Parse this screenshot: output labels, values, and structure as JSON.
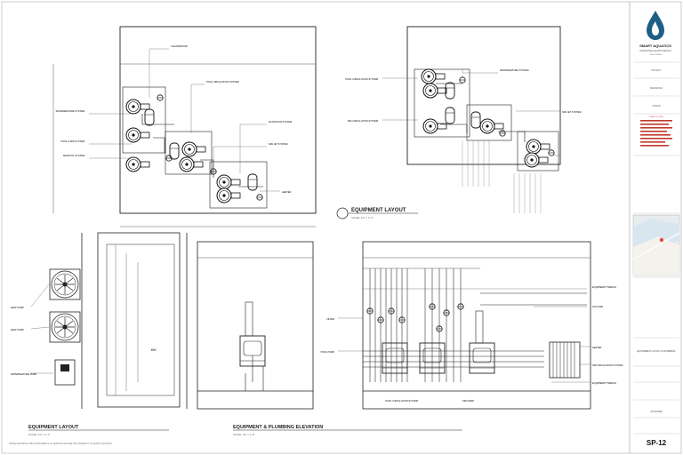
{
  "brand": {
    "name": "SMART AQUATICS",
    "tagline": "INNOVATIVE AQUATIC DESIGN",
    "address": "CALIFORNIA"
  },
  "views": [
    {
      "title": "EQUIPMENT LAYOUT",
      "scale": "SCALE: 1/4\" = 1'-0\""
    },
    {
      "title": "EQUIPMENT LAYOUT",
      "scale": "SCALE: 1/4\" = 1'-0\""
    },
    {
      "title": "EQUIPMENT & PLUMBING ELEVATION",
      "scale": "SCALE: 1/4\" = 1'-0\""
    }
  ],
  "labels": {
    "upper_left": [
      "WATERFEATURE SYSTEM",
      "POOL & SPA SYSTEM",
      "POOL CIRCULATION SYSTEM",
      "SPA/POOL SYSTEM",
      "FILTRATION SYSTEM",
      "SPA JET SYSTEM",
      "CHLORINATOR",
      "HEATER"
    ],
    "upper_right": [
      "POOL CIRCULATION SYSTEM",
      "SPA CIRCULATION SYSTEM",
      "WATERFEATURE SYSTEM",
      "SPA JET SYSTEM"
    ],
    "lower_left": [
      "HEAT PUMP",
      "HEAT PUMP",
      "WATERFEATURE PUMP"
    ],
    "elevation": [
      "EQUIPMENT TRENCH",
      "GAS LINE",
      "FILTER",
      "POOL PUMP",
      "SPA PUMP",
      "HEATER",
      "POOL CIRCULATION SYSTEM",
      "SPA CIRCULATION SYSTEM",
      "EQUIPMENT TRENCH"
    ]
  },
  "titleblock": {
    "fields": [
      "PROJECT",
      "RESIDENCE",
      "OWNER",
      "",
      "",
      "",
      "",
      "",
      ""
    ],
    "notes": "SHEET NOTES",
    "sheet_title": "EQUIPMENT LAYOUT & PLUMBING",
    "date": "",
    "scale": "AS NOTED",
    "sheet_number": "SP-12"
  },
  "footer_note": "THESE DRAWINGS ARE INSTRUMENTS OF SERVICE AND ARE THE PROPERTY OF SMART AQUATICS."
}
